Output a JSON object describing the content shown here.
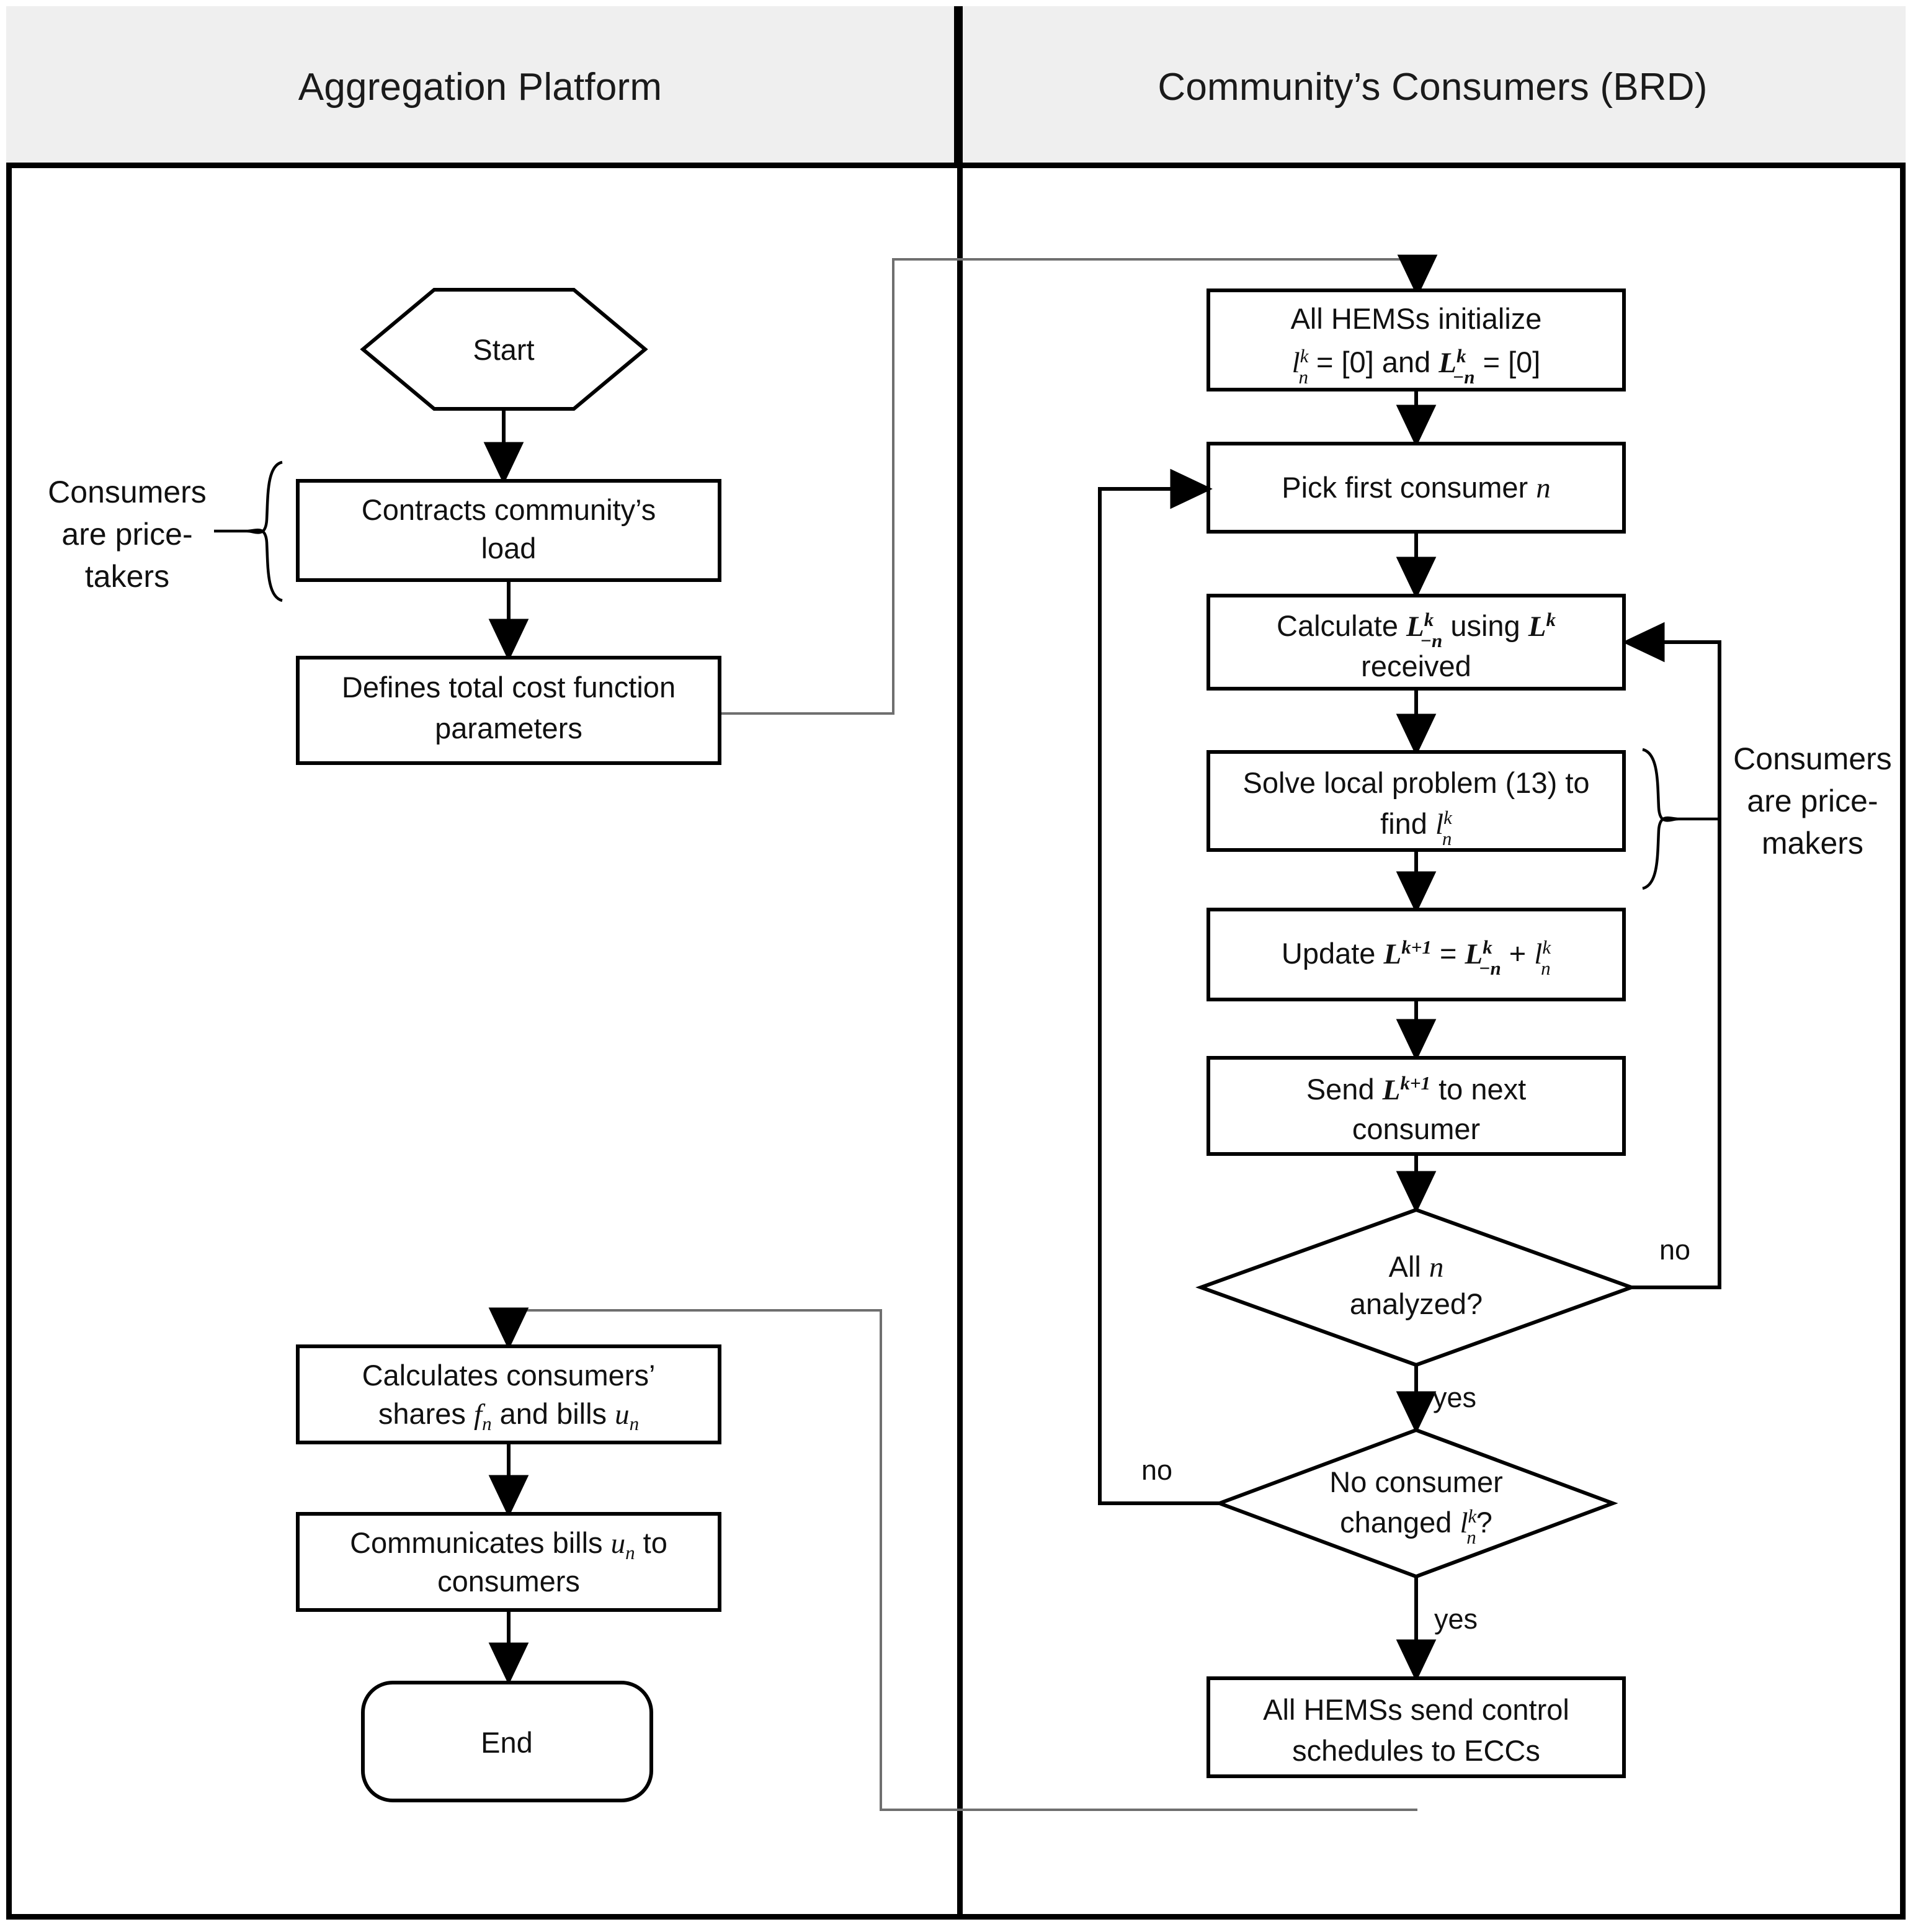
{
  "headers": {
    "left": "Aggregation Platform",
    "right": "Community’s Consumers (BRD)"
  },
  "annotations": {
    "left_brace": [
      "Consumers",
      "are price-",
      "takers"
    ],
    "right_brace": [
      "Consumers",
      "are price-",
      "makers"
    ]
  },
  "left_nodes": {
    "start": "Start",
    "contracts": [
      "Contracts community’s",
      "load"
    ],
    "defines": [
      "Defines total cost function",
      "parameters"
    ],
    "calculates": [
      "Calculates consumers’",
      "shares f_n and bills u_n"
    ],
    "communicates": [
      "Communicates bills u_n to",
      "consumers"
    ],
    "end": "End"
  },
  "right_nodes": {
    "init": [
      "All HEMSs initialize",
      "l_n^k = [0] and L_-n^k = [0]"
    ],
    "pick": "Pick first consumer n",
    "calculate": [
      "Calculate L_-n^k using L^k",
      "received"
    ],
    "solve": [
      "Solve local problem (13) to",
      "find l_n^k"
    ],
    "update": "Update L^{k+1} = L_-n^k + l_n^k",
    "send": [
      "Send L^{k+1} to next",
      "consumer"
    ],
    "decision_all": [
      "All n",
      "analyzed?"
    ],
    "decision_changed": [
      "No consumer",
      "changed l_n^k?"
    ],
    "final": [
      "All HEMSs send control",
      "schedules to ECCs"
    ]
  },
  "edge_labels": {
    "all_analyzed_no": "no",
    "all_analyzed_yes": "yes",
    "changed_no": "no",
    "changed_yes": "yes"
  },
  "colors": {
    "header_bg": "#efefef",
    "stroke": "#000000",
    "cross_connector": "#6f6f6f",
    "page_bg": "#ffffff"
  }
}
